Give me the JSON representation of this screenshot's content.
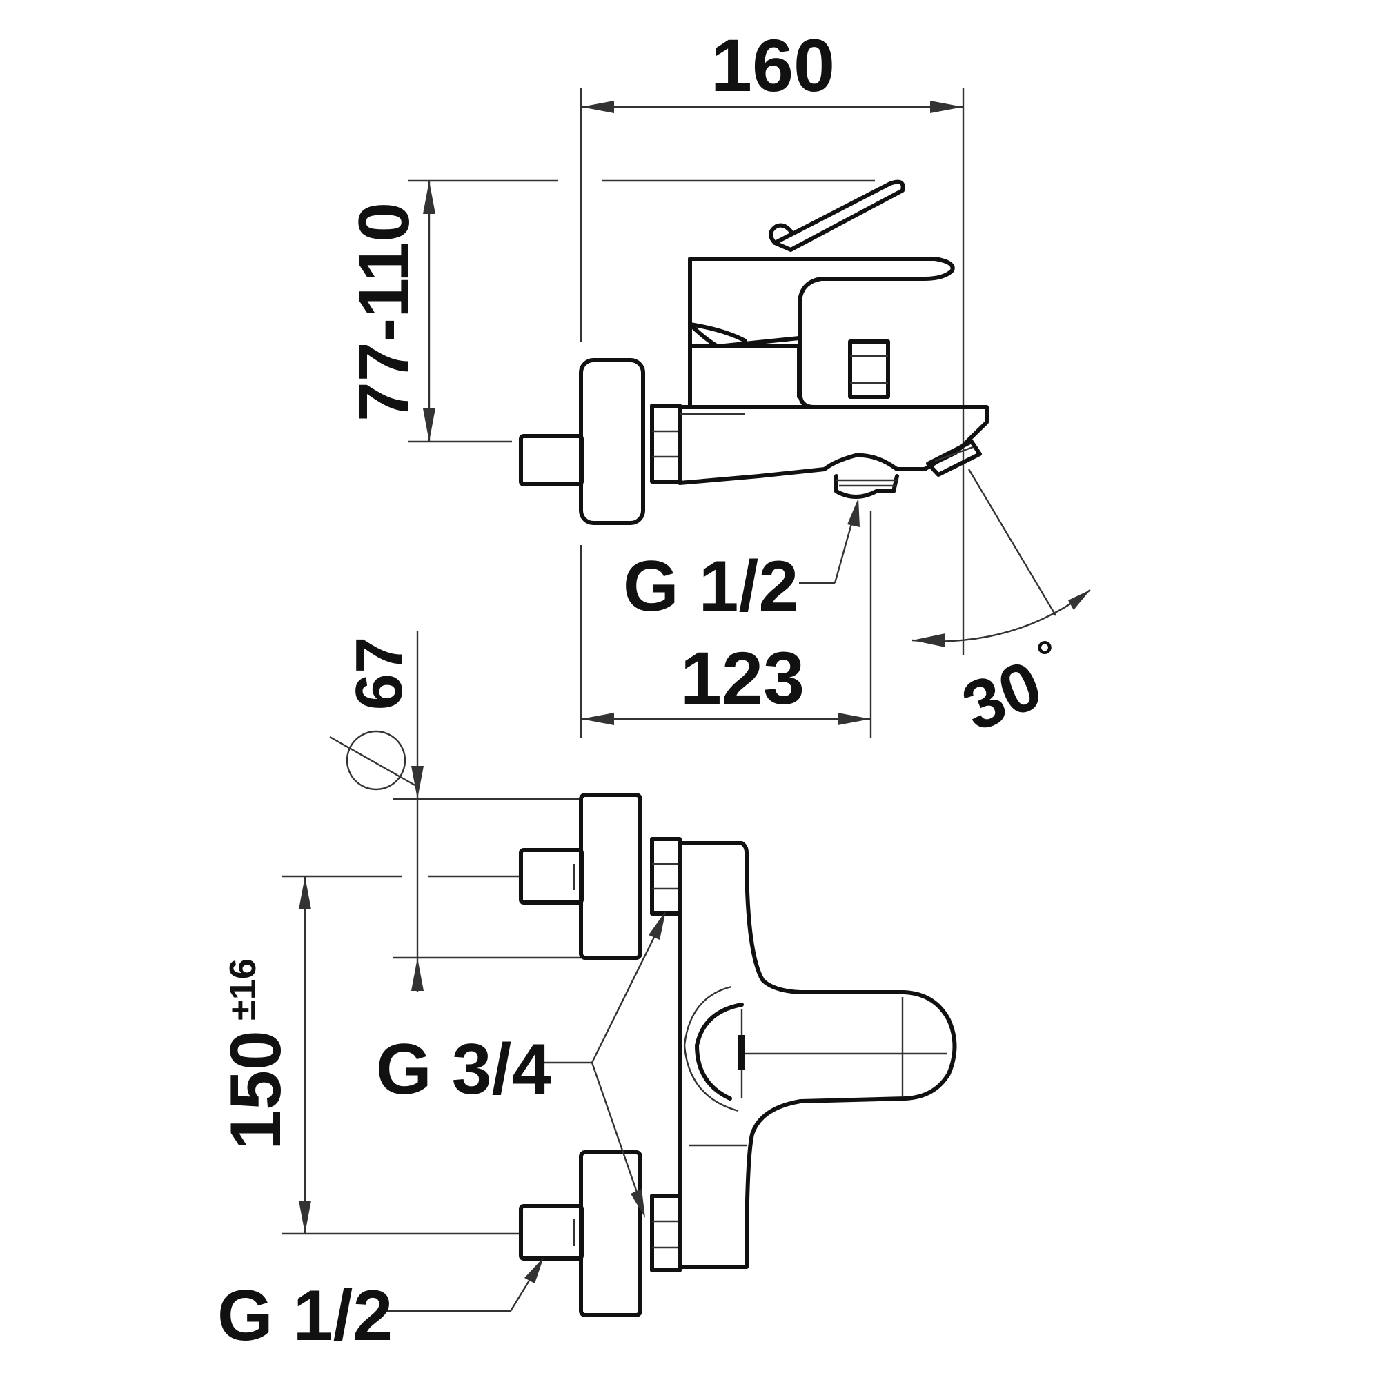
{
  "dimensions": {
    "width_total": "160",
    "height_range": "77-110",
    "outlet_thread": "G 1/2",
    "projection": "123",
    "angle_value": "30",
    "angle_unit": "°",
    "rosette_diameter": "67",
    "centre_distance_value": "150",
    "centre_distance_tolerance": "±16",
    "inlet_thread": "G 3/4",
    "inlet_thread_lower": "G 1/2"
  }
}
